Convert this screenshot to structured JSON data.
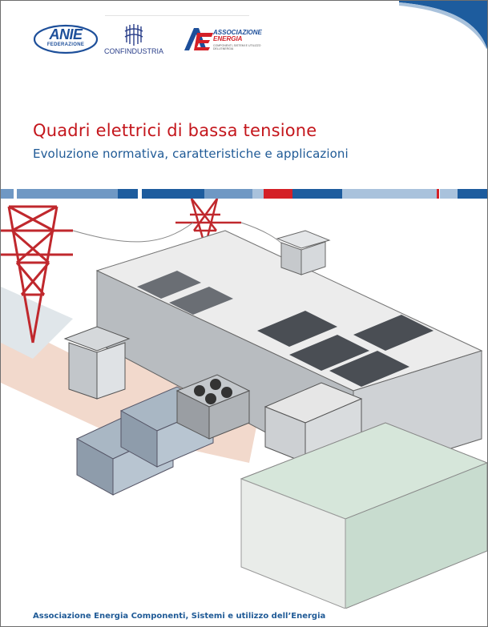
{
  "logos": {
    "anie": {
      "name": "ANIE",
      "sub": "FEDERAZIONE"
    },
    "confindustria": {
      "name": "CONFINDUSTRIA"
    },
    "associazione": {
      "line1": "ASSOCIAZIONE",
      "line2": "ENERGIA",
      "sub": "COMPONENTI, SISTEMI E UTILIZZO DELL'ENERGIA"
    }
  },
  "cover": {
    "title": "Quadri elettrici di bassa tensione",
    "subtitle": "Evoluzione normativa, caratteristiche e applicazioni",
    "footer": "Associazione Energia Componenti, Sistemi e utilizzo dell’Energia"
  },
  "colors": {
    "title_red": "#c4161c",
    "brand_blue": "#1f5a96",
    "stripe_light": "#a9c2dc",
    "stripe_mid": "#6f98c4",
    "stripe_dark": "#1d5c9e",
    "accent_red": "#d42027"
  }
}
